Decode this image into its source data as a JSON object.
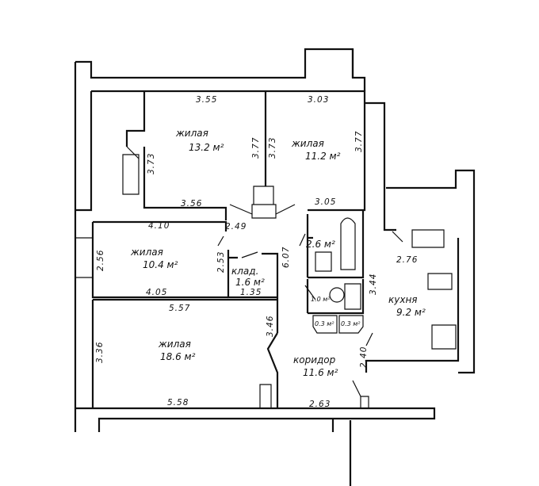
{
  "rooms": {
    "bedroom1": {
      "name": "жилая",
      "area": "13.2 м²"
    },
    "bedroom2": {
      "name": "жилая",
      "area": "11.2 м²"
    },
    "bedroom3": {
      "name": "жилая",
      "area": "10.4 м²"
    },
    "living": {
      "name": "жилая",
      "area": "18.6 м²"
    },
    "storage": {
      "name": "клад.",
      "area": "1.6 м²"
    },
    "bathroom": {
      "area": "2.6 м²"
    },
    "toilet": {
      "area": "1.0 м²"
    },
    "closet1": {
      "area": "0.3 м²"
    },
    "closet2": {
      "area": "0.3 м²"
    },
    "kitchen": {
      "name": "кухня",
      "area": "9.2 м²"
    },
    "corridor": {
      "name": "коридор",
      "area": "11.6 м²"
    }
  },
  "dimensions": {
    "d355": "3.55",
    "d303": "3.03",
    "d377a": "3.77",
    "d373a": "3.73",
    "d377b": "3.77",
    "d373b": "3.73",
    "d356": "3.56",
    "d305": "3.05",
    "d249": "2.49",
    "d410": "4.10",
    "d607": "6.07",
    "d256": "2.56",
    "d253": "2.53",
    "d135": "1.35",
    "d405": "4.05",
    "d557": "5.57",
    "d344": "3.44",
    "d276": "2.76",
    "d346": "3.46",
    "d336": "3.36",
    "d240": "2.40",
    "d558": "5.58",
    "d263": "2.63"
  }
}
